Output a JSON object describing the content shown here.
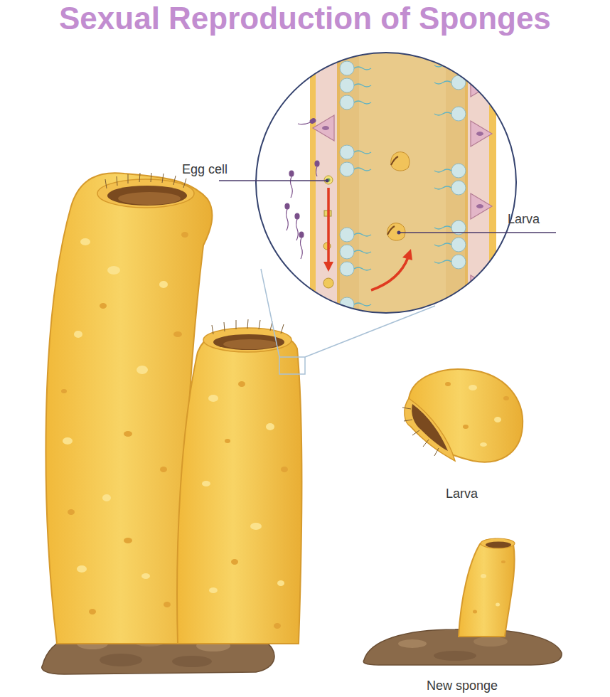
{
  "diagram": {
    "title": "Sexual Reproduction of Sponges",
    "labels": [
      "Egg cell",
      "Larva",
      "Larva",
      "New sponge"
    ]
  }
}
